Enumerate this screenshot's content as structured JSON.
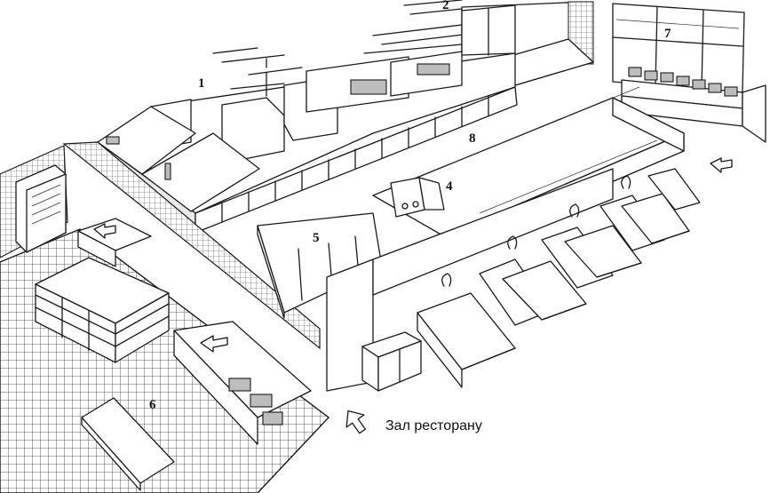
{
  "labels": {
    "n1": "1",
    "n2": "2",
    "n4": "4",
    "n5": "5",
    "n6": "6",
    "n7": "7",
    "n8": "8"
  },
  "caption": "Зал ресторану",
  "colors": {
    "ink": "#1a1a1a",
    "paper": "#ffffff",
    "shade": "#e9e9e9"
  },
  "icons": {
    "flow_arrow": "arrow-icon"
  }
}
